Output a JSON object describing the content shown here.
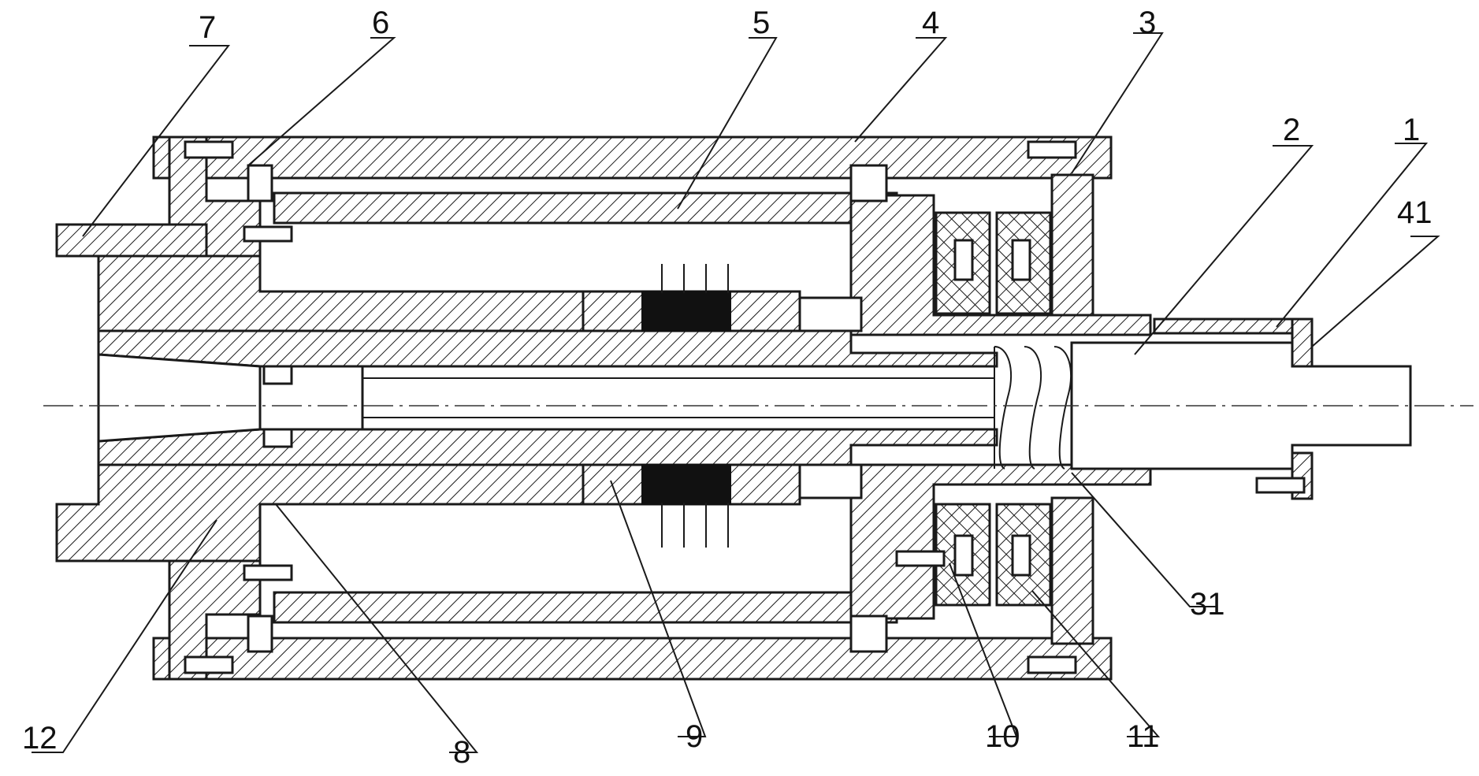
{
  "callouts": {
    "c1": "1",
    "c2": "2",
    "c3": "3",
    "c4": "4",
    "c5": "5",
    "c6": "6",
    "c7": "7",
    "c8": "8",
    "c9": "9",
    "c10": "10",
    "c11": "11",
    "c12": "12",
    "c31": "31",
    "c41": "41"
  },
  "colors": {
    "line": "#1a1a1a",
    "background": "#ffffff"
  }
}
